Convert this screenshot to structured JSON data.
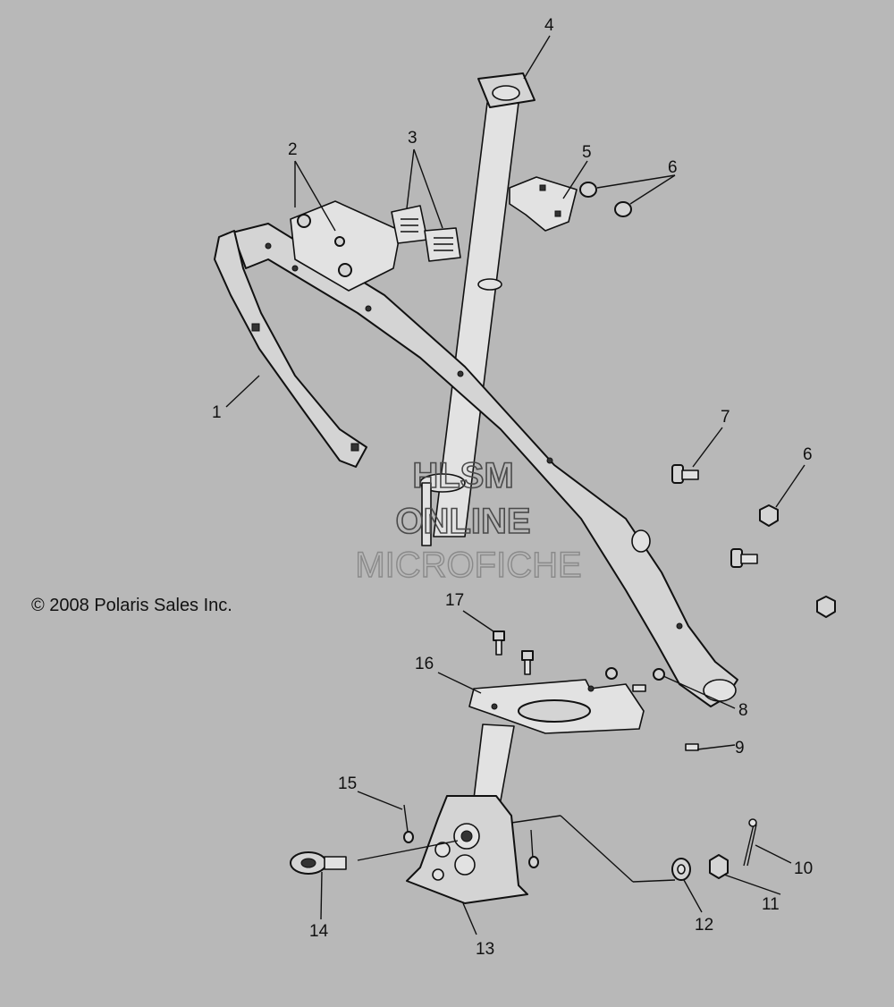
{
  "copyright": "© 2008 Polaris Sales Inc.",
  "watermark": {
    "line1": "HLSM",
    "line2": "ONLINE",
    "line3": "MICROFICHE"
  },
  "callouts": [
    "1",
    "2",
    "3",
    "4",
    "5",
    "6",
    "6",
    "7",
    "8",
    "9",
    "10",
    "11",
    "12",
    "13",
    "14",
    "15",
    "16",
    "17"
  ],
  "colors": {
    "background": "#b8b8b8",
    "ink": "#111111",
    "part_fill": "#d4d4d4"
  }
}
